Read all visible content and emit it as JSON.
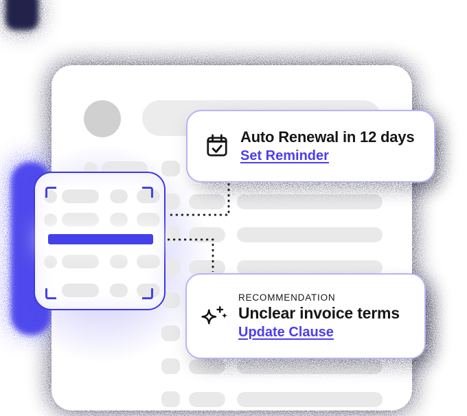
{
  "illustration": {
    "reminder_card": {
      "icon": "calendar-check-icon",
      "title": "Auto Renewal in 12 days",
      "link_label": "Set Reminder"
    },
    "recommendation_card": {
      "icon": "sparkles-icon",
      "eyebrow": "RECOMMENDATION",
      "title": "Unclear invoice terms",
      "link_label": "Update Clause"
    }
  },
  "colors": {
    "accent": "#4540EA",
    "link": "#4B3DF2",
    "card_border": "#B7B4F4",
    "scan_border": "#3C36E8",
    "pill_gray": "#E9E9E9",
    "avatar_gray": "#D0D0D0",
    "connector": "#1F1F1F",
    "dark_corner_shape": "#23234C",
    "glow_indigo": "#4B44EC"
  }
}
